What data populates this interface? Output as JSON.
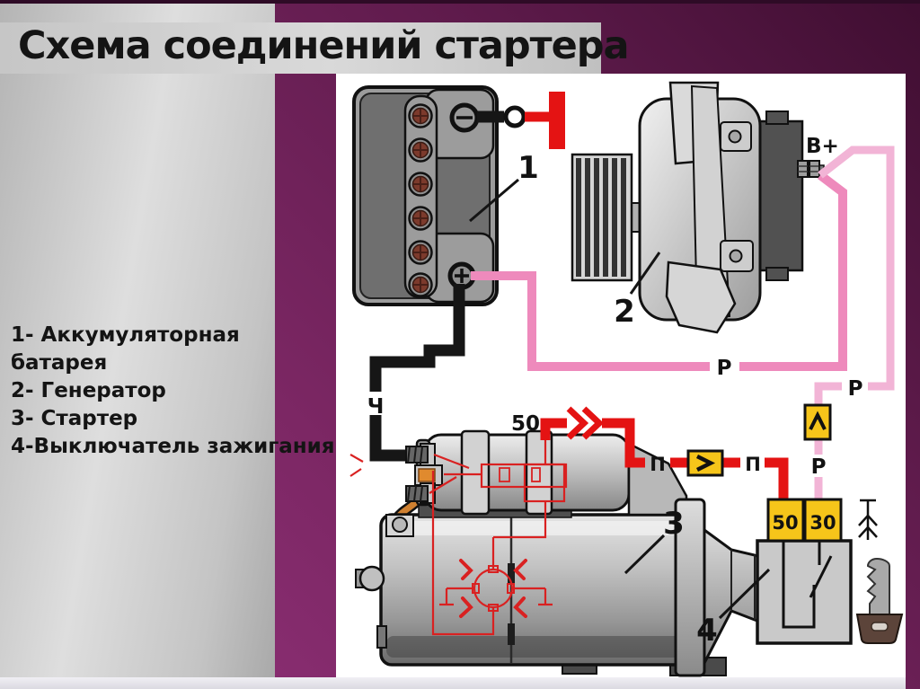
{
  "title": "Схема соединений стартера",
  "legend": {
    "items": [
      "1- Аккумуляторная батарея",
      "2- Генератор",
      "3- Стартер",
      "4-Выключатель зажигания"
    ]
  },
  "diagram": {
    "labels": {
      "battery": "1",
      "alternator": "2",
      "starter": "3",
      "ignition_switch": "4"
    },
    "terminals": {
      "bplus": "B+",
      "starter_terminal_50": "50",
      "ignition_terminal_50": "50",
      "ignition_terminal_30": "30"
    },
    "wires": {
      "black_label": "Ч",
      "pink_label_main": "Р",
      "pink_label_step": "Р",
      "pink_label_lower": "Р",
      "red_label_p1": "П",
      "red_label_p2": "П"
    }
  },
  "colors": {
    "background_purple": "#6f2159",
    "sidebar_gray": "#cfcfcf",
    "panel_white": "#ffffff",
    "wire_black": "#161616",
    "wire_pink": "#ee8abc",
    "wire_pink_pale": "#f2b4d6",
    "wire_red": "#e41313",
    "connector_yellow": "#f6c51a",
    "schematic_red": "#d92121"
  }
}
